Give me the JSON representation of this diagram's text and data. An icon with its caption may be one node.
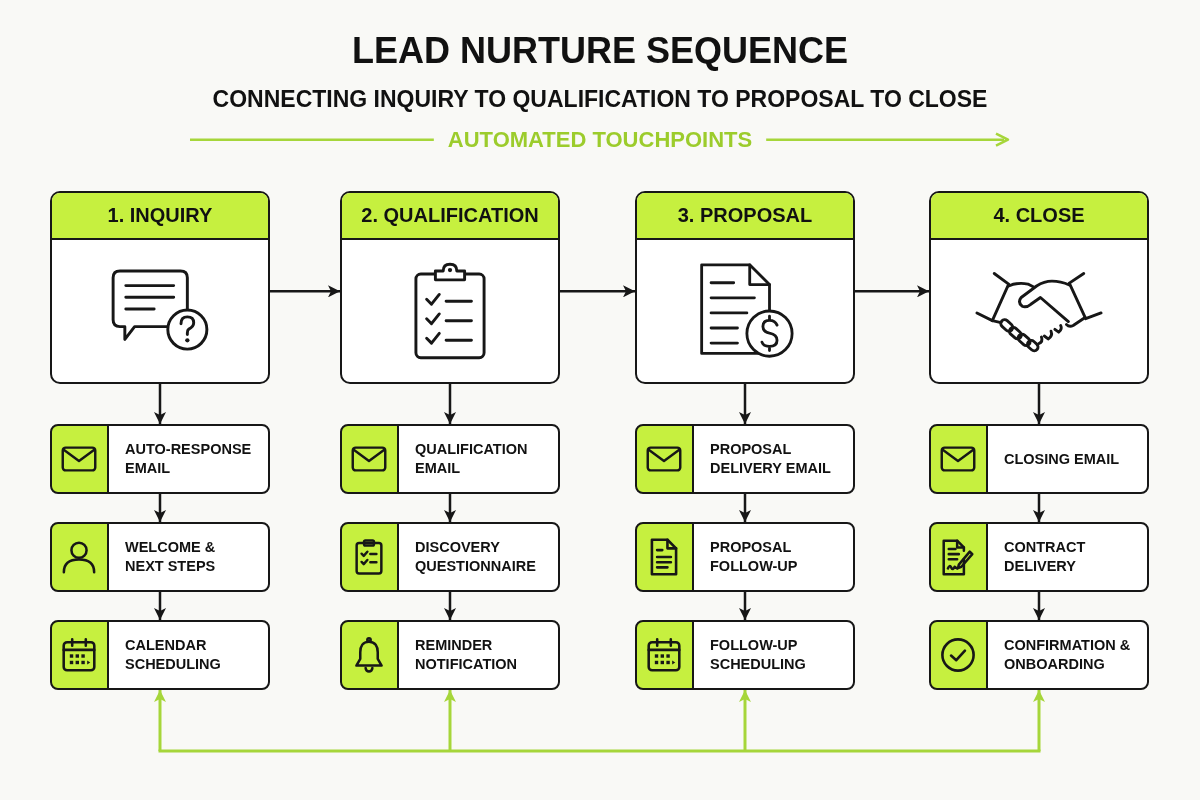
{
  "diagram": {
    "title": "LEAD NURTURE SEQUENCE",
    "nodes": [
      {
        "text": [
          "1. INQUIRY"
        ]
      },
      {
        "text": [
          "2. QUALIFICATION"
        ]
      },
      {
        "text": [
          "3. PROPOSAL"
        ]
      },
      {
        "text": [
          "4. CLOSE"
        ]
      },
      {
        "text": [
          "AUTO-RESPONSE EMAIL"
        ]
      },
      {
        "text": [
          "QUALIFICATION EMAIL"
        ]
      },
      {
        "text": [
          "PROPOSAL DELIVERY EMAIL"
        ]
      },
      {
        "text": [
          "CLOSING EMAIL"
        ]
      },
      {
        "text": [
          "WELCOME & NEXT STEPS"
        ]
      },
      {
        "text": [
          "DISCOVERY QUESTIONNAIRE"
        ]
      },
      {
        "text": [
          "PROPOSAL FOLLOW-UP"
        ]
      },
      {
        "text": [
          "CONTRACT DELIVERY"
        ]
      },
      {
        "text": [
          "CALENDAR SCHEDULING"
        ]
      },
      {
        "text": [
          "REMINDER NOTIFICATION"
        ]
      },
      {
        "text": [
          "FOLLOW-UP SCHEDULING"
        ]
      },
      {
        "text": [
          "CONFIRMATION & ONBOARDING"
        ]
      }
    ],
    "edges": [
      {
        "from": 0,
        "to": 1,
        "arrow": "to"
      },
      {
        "from": 1,
        "to": 2,
        "arrow": "to"
      },
      {
        "from": 2,
        "to": 3,
        "arrow": "to"
      },
      {
        "from": 0,
        "to": 4,
        "arrow": "to"
      },
      {
        "from": 1,
        "to": 5,
        "arrow": "to"
      },
      {
        "from": 2,
        "to": 6,
        "arrow": "to"
      },
      {
        "from": 3,
        "to": 7,
        "arrow": "to"
      },
      {
        "from": 4,
        "to": 8,
        "arrow": "to"
      },
      {
        "from": 5,
        "to": 9,
        "arrow": "to"
      },
      {
        "from": 6,
        "to": 10,
        "arrow": "to"
      },
      {
        "from": 7,
        "to": 11,
        "arrow": "to"
      },
      {
        "from": 8,
        "to": 12,
        "arrow": "to"
      },
      {
        "from": 9,
        "to": 13,
        "arrow": "to"
      },
      {
        "from": 10,
        "to": 14,
        "arrow": "to"
      },
      {
        "from": 11,
        "to": 15,
        "arrow": "to"
      },
      {
        "from": null,
        "to": 12,
        "arrow": "to",
        "color": "#a6d63a"
      },
      {
        "from": null,
        "to": 13,
        "arrow": "to",
        "color": "#a6d63a"
      },
      {
        "from": null,
        "to": 14,
        "arrow": "to",
        "color": "#a6d63a"
      },
      {
        "from": null,
        "to": 15,
        "arrow": "to",
        "color": "#a6d63a"
      }
    ],
    "labels": [
      "CONNECTING INQUIRY TO QUALIFICATION TO PROPOSAL TO CLOSE",
      "AUTOMATED TOUCHPOINTS"
    ]
  }
}
